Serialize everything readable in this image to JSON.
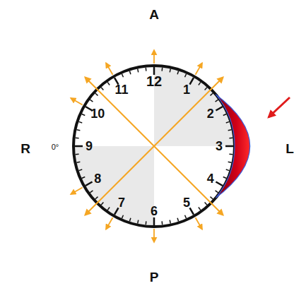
{
  "diagram": {
    "labels": [
      "A",
      "12",
      "11",
      "1",
      "10",
      "2",
      "R",
      "0°",
      "9",
      "3",
      "L",
      "8",
      "4",
      "7",
      "5",
      "6",
      "P"
    ]
  }
}
